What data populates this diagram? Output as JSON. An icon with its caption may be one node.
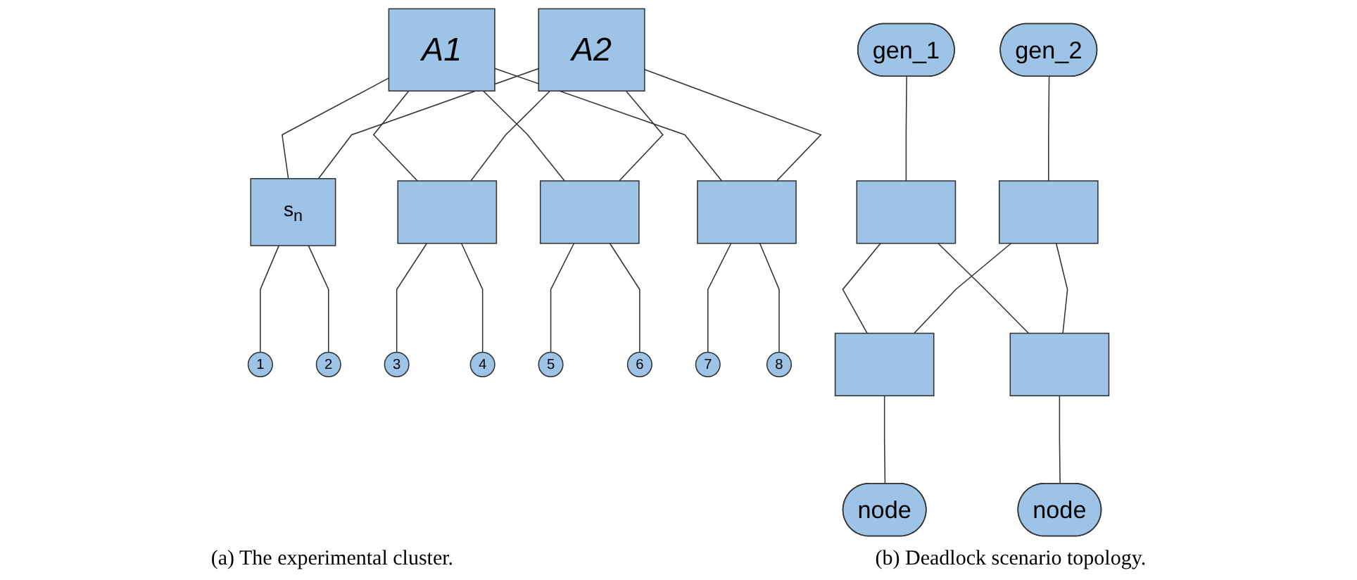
{
  "diagram": {
    "nodes": [
      {
        "text": [
          "A1"
        ]
      },
      {
        "text": [
          "A2"
        ]
      },
      {
        "text": [
          "s$_{n}$"
        ]
      },
      {
        "text": [],
        "shape": "box"
      },
      {
        "text": [],
        "shape": "box"
      },
      {
        "text": [],
        "shape": "box"
      },
      {
        "text": [
          "1"
        ]
      },
      {
        "text": [
          "2"
        ]
      },
      {
        "text": [
          "3"
        ]
      },
      {
        "text": [
          "4"
        ]
      },
      {
        "text": [
          "5"
        ]
      },
      {
        "text": [
          "6"
        ]
      },
      {
        "text": [
          "7"
        ]
      },
      {
        "text": [
          "8"
        ]
      },
      {
        "text": [
          "gen_1"
        ]
      },
      {
        "text": [
          "gen_2"
        ]
      },
      {
        "text": [],
        "shape": "box"
      },
      {
        "text": [],
        "shape": "box"
      },
      {
        "text": [],
        "shape": "box"
      },
      {
        "text": [],
        "shape": "box"
      },
      {
        "text": [
          "node"
        ]
      },
      {
        "text": [
          "node"
        ]
      }
    ],
    "edges": [
      {
        "from": 0,
        "to": 2,
        "arrow": "none"
      },
      {
        "from": 0,
        "to": 3,
        "arrow": "none"
      },
      {
        "from": 0,
        "to": 4,
        "arrow": "none"
      },
      {
        "from": 0,
        "to": 5,
        "arrow": "none"
      },
      {
        "from": 1,
        "to": 2,
        "arrow": "none"
      },
      {
        "from": 1,
        "to": 3,
        "arrow": "none"
      },
      {
        "from": 1,
        "to": 4,
        "arrow": "none"
      },
      {
        "from": 1,
        "to": 5,
        "arrow": "none"
      },
      {
        "from": 2,
        "to": 6,
        "arrow": "none"
      },
      {
        "from": 2,
        "to": 7,
        "arrow": "none"
      },
      {
        "from": 3,
        "to": 8,
        "arrow": "none"
      },
      {
        "from": 3,
        "to": 9,
        "arrow": "none"
      },
      {
        "from": 4,
        "to": 10,
        "arrow": "none"
      },
      {
        "from": 4,
        "to": 11,
        "arrow": "none"
      },
      {
        "from": 5,
        "to": 12,
        "arrow": "none"
      },
      {
        "from": 5,
        "to": 13,
        "arrow": "none"
      },
      {
        "from": 14,
        "to": 16,
        "arrow": "none"
      },
      {
        "from": 15,
        "to": 17,
        "arrow": "none"
      },
      {
        "from": 16,
        "to": 18,
        "arrow": "none"
      },
      {
        "from": 16,
        "to": 19,
        "arrow": "none"
      },
      {
        "from": 17,
        "to": 18,
        "arrow": "none"
      },
      {
        "from": 17,
        "to": 19,
        "arrow": "none"
      },
      {
        "from": 18,
        "to": 20,
        "arrow": "none"
      },
      {
        "from": 19,
        "to": 21,
        "arrow": "none"
      }
    ],
    "labels": [
      "(a) The experimental cluster.",
      "(b) Deadlock scenario topology."
    ]
  }
}
